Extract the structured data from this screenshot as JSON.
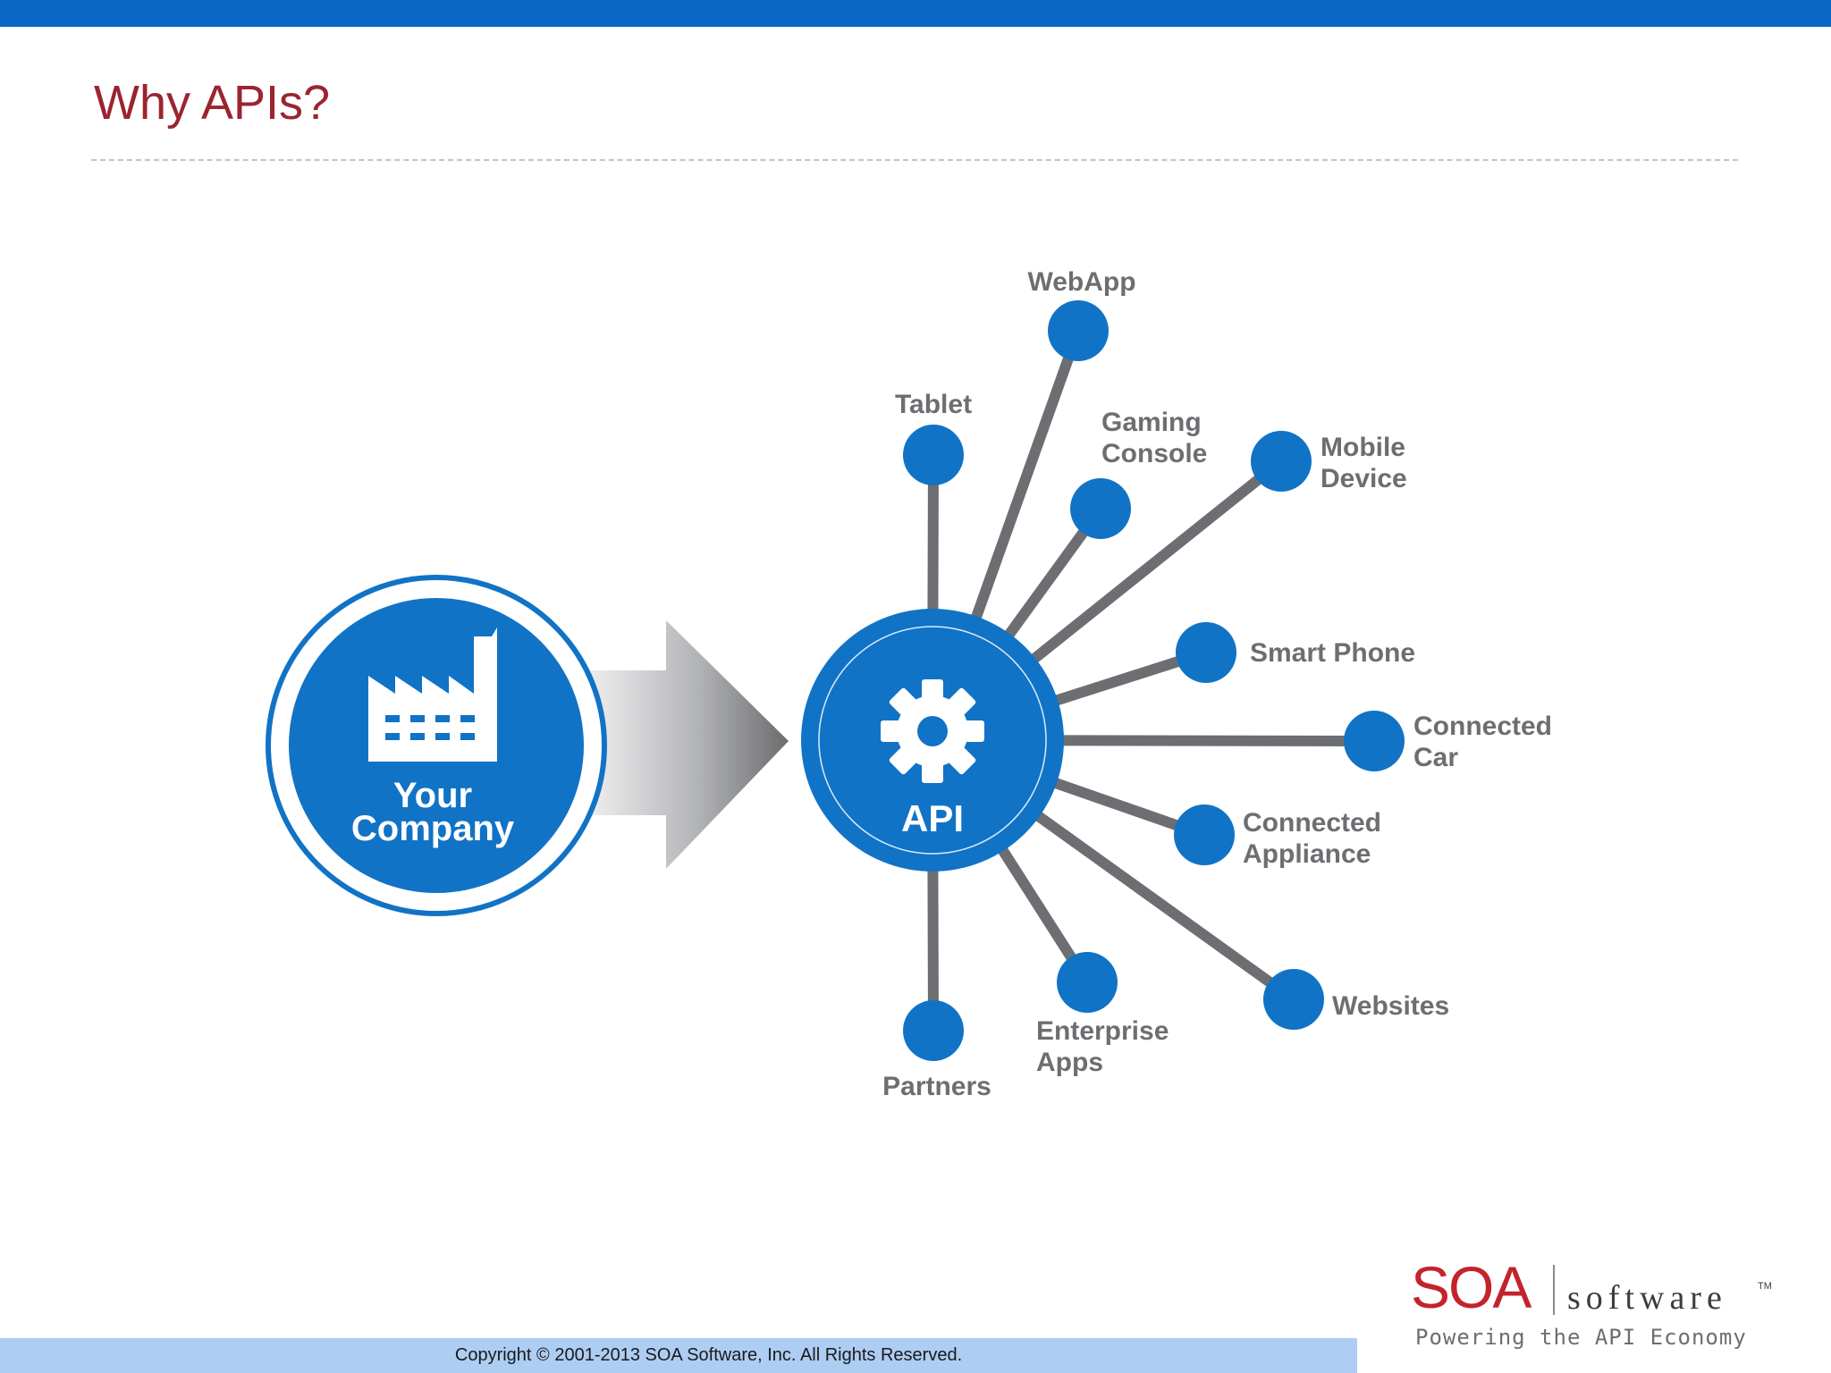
{
  "slide": {
    "title": "Why APIs?"
  },
  "diagram": {
    "source": {
      "line1": "Your",
      "line2": "Company",
      "icon": "factory-icon"
    },
    "hub": {
      "label": "API",
      "icon": "gear-icon"
    },
    "arrow_icon": "right-arrow-icon",
    "endpoints": [
      {
        "id": "webapp",
        "lines": [
          "WebApp"
        ]
      },
      {
        "id": "tablet",
        "lines": [
          "Tablet"
        ]
      },
      {
        "id": "gaming-console",
        "lines": [
          "Gaming",
          "Console"
        ]
      },
      {
        "id": "mobile-device",
        "lines": [
          "Mobile",
          "Device"
        ]
      },
      {
        "id": "smart-phone",
        "lines": [
          "Smart Phone"
        ]
      },
      {
        "id": "connected-car",
        "lines": [
          "Connected",
          "Car"
        ]
      },
      {
        "id": "connected-appliance",
        "lines": [
          "Connected",
          "Appliance"
        ]
      },
      {
        "id": "websites",
        "lines": [
          "Websites"
        ]
      },
      {
        "id": "enterprise-apps",
        "lines": [
          "Enterprise",
          "Apps"
        ]
      },
      {
        "id": "partners",
        "lines": [
          "Partners"
        ]
      }
    ],
    "colors": {
      "node_blue": "#1173c6",
      "spoke_gray": "#6d6e71",
      "label_gray": "#6d6e71"
    }
  },
  "footer": {
    "copyright": "Copyright © 2001-2013 SOA Software, Inc. All Rights Reserved."
  },
  "logo": {
    "mark": "SOA",
    "word": "software",
    "tm": "TM",
    "tagline": "Powering the API Economy"
  },
  "colors": {
    "top_bar": "#0868c4",
    "title": "#9b2430",
    "footer_bar": "#aecdf3",
    "logo_red": "#c3242b"
  }
}
